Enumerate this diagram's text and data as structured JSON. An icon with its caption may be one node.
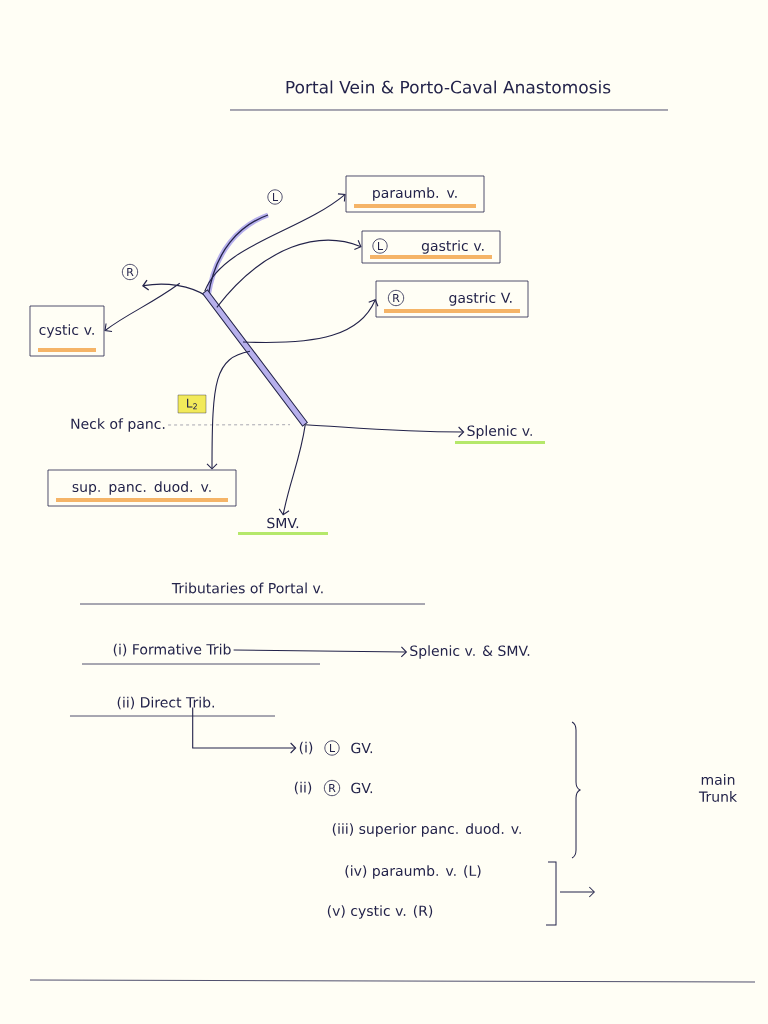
{
  "diagram": {
    "title": "Portal Vein & Porto-Caval Anastomosis",
    "nodes": [
      {
        "text": [
          "L"
        ]
      },
      {
        "text": [
          "paraumb. v."
        ]
      },
      {
        "text": [
          "gastric v."
        ]
      },
      {
        "text": [
          "L"
        ],
        "in": 2
      },
      {
        "text": [
          "R"
        ]
      },
      {
        "text": [
          "gastric V."
        ]
      },
      {
        "text": [
          "R"
        ],
        "in": 5
      },
      {
        "text": [
          "cystic v."
        ]
      },
      {
        "text": [],
        "shape": "bar"
      },
      {
        "text": [
          "L$_{2}$"
        ]
      },
      {
        "text": [
          "Neck of panc."
        ]
      },
      {
        "text": [
          "Splenic v."
        ]
      },
      {
        "text": [
          "sup. panc. duod. v."
        ]
      },
      {
        "text": [
          "SMV."
        ]
      },
      {
        "text": [
          "(i) Formative Trib"
        ]
      },
      {
        "text": [
          "Splenic v. & SMV."
        ]
      },
      {
        "text": [
          "(ii) Direct Trib."
        ]
      },
      {
        "text": [
          "(i)"
        ]
      },
      {
        "text": [
          "L"
        ]
      },
      {
        "text": [
          "R"
        ]
      }
    ],
    "edges": [
      {
        "from": 8,
        "to": 1,
        "arrow": "to"
      },
      {
        "from": 8,
        "to": 2,
        "arrow": "to"
      },
      {
        "from": 8,
        "to": 5,
        "arrow": "to"
      },
      {
        "from": 8,
        "to": 7,
        "arrow": "to"
      },
      {
        "from": 8,
        "to": 12,
        "arrow": "to"
      },
      {
        "from": 8,
        "to": 11,
        "arrow": "to"
      },
      {
        "from": 8,
        "to": 13,
        "arrow": "to"
      },
      {
        "from": 10,
        "to": 8,
        "arrow": "none",
        "style": "dashed"
      },
      {
        "from": 14,
        "to": 15,
        "arrow": "to"
      },
      {
        "from": 16,
        "to": 17,
        "arrow": "to"
      }
    ],
    "labels": [
      "Tributaries of Portal v.",
      "GV.",
      "(ii)",
      "GV.",
      "main Trunk",
      "(iii) superior panc. duod. v.",
      "(iv) paraumb. v. (L)",
      "(v) cystic v. (R)"
    ]
  }
}
